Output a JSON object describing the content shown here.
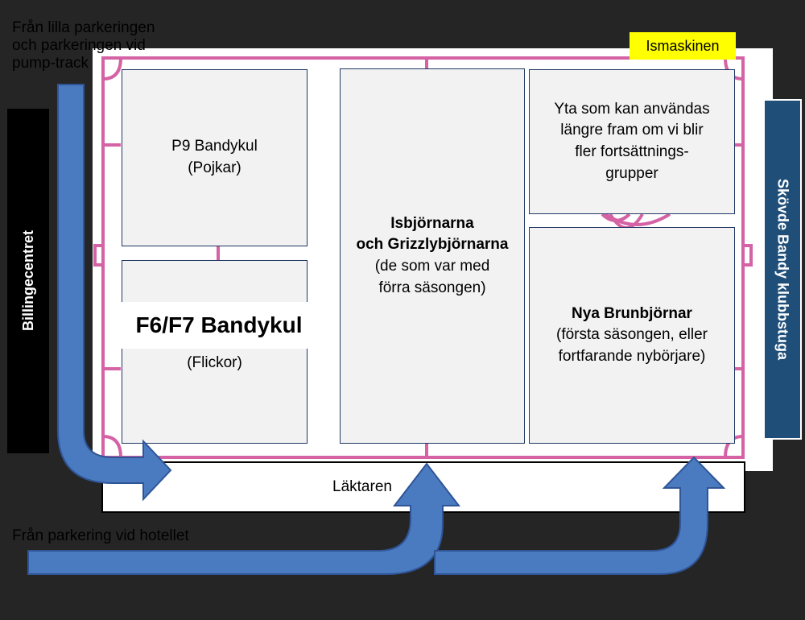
{
  "colors": {
    "background": "#252525",
    "rink_border": "#d462a4",
    "zone_fill": "#f2f2f2",
    "zone_border": "#203864",
    "arrow": "#4a7bc0",
    "arrow_outline": "#2f5597",
    "clubhouse": "#1f4e79",
    "ismaskinen_bg": "#ffff00"
  },
  "labels": {
    "from_small_parking": "Från lilla parkeringen och parkeringen vid pump-track",
    "ismaskinen": "Ismaskinen",
    "billingecentret": "Billingecentret",
    "clubhouse": "Skövde Bandy klubbstuga",
    "laktaren": "Läktaren",
    "from_hotel_parking": "Från parkering vid hotellet"
  },
  "zones": {
    "p9": {
      "title": "P9 Bandykul",
      "subtitle": "(Pojkar)"
    },
    "f6f7": {
      "title": "F6/F7 Bandykul",
      "subtitle": "(Flickor)"
    },
    "isbjornarna": {
      "title1": "Isbjörnarna",
      "title2": "och Grizzlybjörnarna",
      "sub1": "(de som var med",
      "sub2": "förra säsongen)"
    },
    "future": {
      "l1": "Yta som kan användas",
      "l2": "längre fram om vi blir",
      "l3": "fler fortsättnings-",
      "l4": "grupper"
    },
    "nya": {
      "title": "Nya Brunbjörnar",
      "sub1": "(första säsongen, eller",
      "sub2": "fortfarande nybörjare)"
    }
  }
}
